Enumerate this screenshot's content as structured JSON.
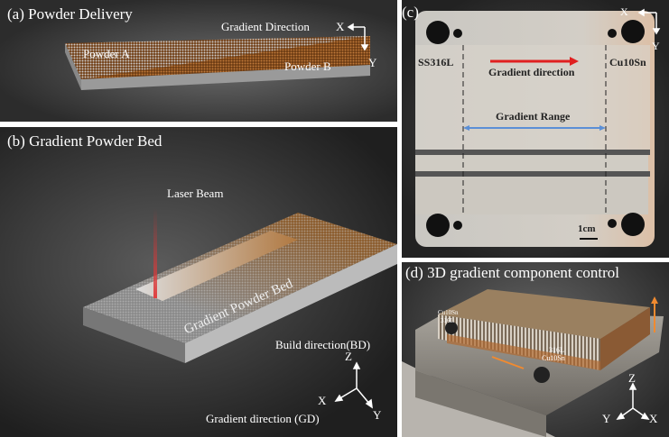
{
  "panel_a": {
    "title": "(a) Powder Delivery",
    "gradient_direction": "Gradient Direction",
    "powder_a": "Powder A",
    "powder_b": "Powder B",
    "axis_x": "X",
    "axis_y": "Y"
  },
  "panel_b": {
    "title": "(b) Gradient Powder Bed",
    "laser_beam": "Laser Beam",
    "bed_label": "Gradient Powder Bed",
    "build_direction": "Build direction(BD)",
    "gradient_direction": "Gradient direction (GD)",
    "axis_z": "Z",
    "axis_x": "X",
    "axis_y": "Y"
  },
  "panel_c": {
    "title": "(c)",
    "left_material": "SS316L",
    "right_material": "Cu10Sn",
    "gradient_direction": "Gradient direction",
    "gradient_range": "Gradient Range",
    "scale_bar": "1cm",
    "axis_x": "X",
    "axis_y": "Y"
  },
  "panel_d": {
    "title": "(d) 3D gradient component control",
    "left_top": "Cu10Sn",
    "left_bottom": "316L",
    "right_top": "316L",
    "right_bottom": "Cu10Sn",
    "axis_z": "Z",
    "axis_x": "X",
    "axis_y": "Y"
  },
  "colors": {
    "red_arrow": "#e02020",
    "blue_arrow": "#5b8fd6",
    "copper": "#b06a30",
    "orange_arrow": "#f08a30"
  }
}
